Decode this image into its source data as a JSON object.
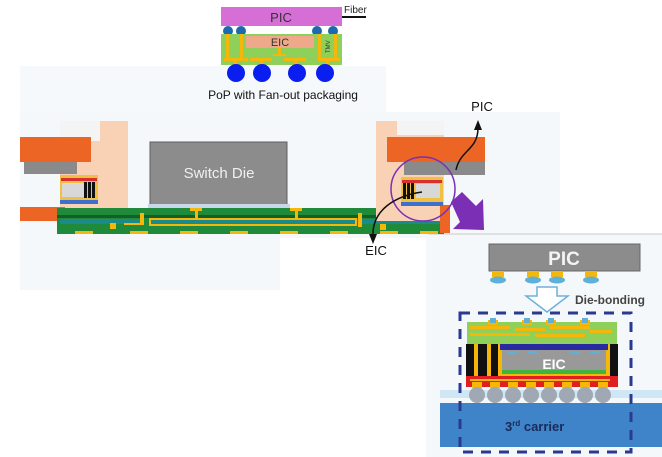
{
  "pop_diagram": {
    "pic_label": "PIC",
    "eic_label": "EIC",
    "fiber_label": "Fiber",
    "tmv_label": "TMV",
    "caption": "PoP with Fan-out packaging"
  },
  "main_diagram": {
    "switch_die_label": "Switch Die",
    "pic_callout": "PIC",
    "eic_callout": "EIC"
  },
  "detail_diagram": {
    "pic_label": "PIC",
    "die_bonding_label": "Die-bonding",
    "eic_label": "EIC",
    "carrier_label": "3",
    "carrier_sup": "rd",
    "carrier_suffix": " carrier"
  },
  "colors": {
    "pic_magenta": "#d56fd6",
    "eic_salmon": "#efa98a",
    "substrate_green": "#8fd05a",
    "trace_yellow": "#f5b80a",
    "bump_blue": "#0a1ef0",
    "orange_lid": "#ec6525",
    "peach_frame": "#f9d2b5",
    "die_gray": "#8a8a8a",
    "pcb_green": "#1f8a3a",
    "pcb_teal": "#1a8a8a",
    "callout_purple": "#7a2fb5",
    "dash_navy": "#2a3a90",
    "carrier_blue": "#3f84c8"
  }
}
